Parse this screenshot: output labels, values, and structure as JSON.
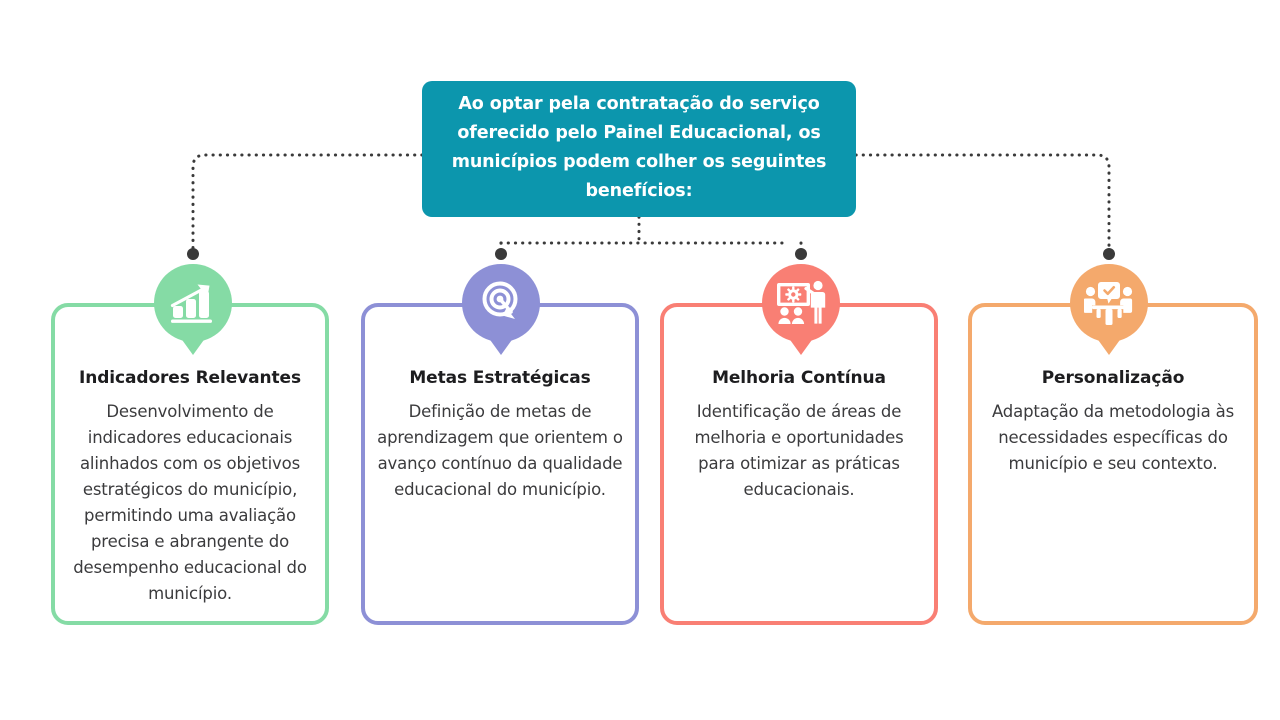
{
  "header": {
    "text": "Ao optar pela contratação do serviço oferecido pelo Painel Educacional, os municípios podem colher os seguintes benefícios:",
    "background_color": "#0c96ad",
    "text_color": "#ffffff"
  },
  "connector": {
    "style": "dotted",
    "color": "#3a3a3a",
    "dot_color": "#3a3a3a"
  },
  "cards": [
    {
      "title": "Indicadores Relevantes",
      "body": "Desenvolvimento de indicadores educacionais alinhados com os objetivos estratégicos do município, permitindo uma avaliação precisa e abrangente do desempenho educacional do município.",
      "color": "#85dba5",
      "icon": "bar-chart-growth-icon"
    },
    {
      "title": "Metas Estratégicas",
      "body": "Definição de metas de aprendizagem que orientem o avanço contínuo da qualidade educacional do município.",
      "color": "#8d90d6",
      "icon": "target-dart-icon"
    },
    {
      "title": "Melhoria Contínua",
      "body": "Identificação de áreas de melhoria e oportunidades para otimizar as práticas educacionais.",
      "color": "#f97f74",
      "icon": "presenter-gear-board-icon"
    },
    {
      "title": "Personalização",
      "body": "Adaptação da metodologia às necessidades específicas do município e seu contexto.",
      "color": "#f4a96c",
      "icon": "people-meeting-check-icon"
    }
  ]
}
